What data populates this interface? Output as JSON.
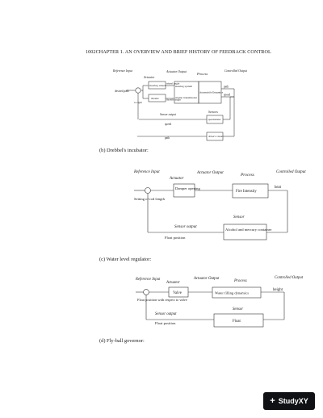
{
  "page": {
    "header": "1002CHAPTER 1.   AN OVERVIEW AND BRIEF HISTORY OF FEEDBACK CONTROL",
    "captions": {
      "b": "(b)  Drebbel's incubator:",
      "c": "(c)  Water level regulator:",
      "d": "(d)  Fly-ball governor:"
    }
  },
  "diagram_a": {
    "reference_input": "Reference Input",
    "actuator": "Actuator",
    "actuator_output": "Actuator Output",
    "process": "Process",
    "controlled_output": "Controlled Output",
    "desired_path": "desired path",
    "steering_wheel": "steering wheel",
    "wheel_angle": "wheel angle",
    "steering_system": "steering system",
    "automobile_dynamics": "Automobile Dynamics",
    "throttle": "throttle",
    "throttle_angle": "throttle angle",
    "engine_transmission": "engine transmission",
    "path": "path",
    "speed": "speed",
    "to_right": "to right",
    "sensor_output": "Sensor output",
    "sensors": "Sensors",
    "speedometer": "speedometer",
    "drivers_vision": "driver's vision"
  },
  "diagram_b": {
    "reference_input": "Reference Input",
    "actuator": "Actuator",
    "actuator_output": "Actuator Output",
    "process": "Process",
    "controlled_output": "Controlled Output",
    "damper_opening": "Damper opening",
    "fire_intensity": "Fire Intensity",
    "heat": "heat",
    "setting_of_rod_length": "Setting of rod length",
    "sensor": "Sensor",
    "sensor_output": "Sensor output",
    "alcohol_mercury": "Alcohol and mercury container",
    "float_position": "Float position"
  },
  "diagram_c": {
    "reference_input": "Reference Input",
    "actuator": "Actuator",
    "actuator_output": "Actuator Output",
    "process": "Process",
    "controlled_output": "Controlled Output",
    "valve": "Valve",
    "water_filling_dynamics": "Water filling dynamics",
    "height": "height",
    "float_position_wrt_valve": "Float position with respect to valve",
    "sensor": "Sensor",
    "sensor_output": "Sensor output",
    "float": "Float",
    "float_position": "Float position"
  },
  "brand": {
    "logo_text": "StudyXY",
    "icon": "plus-icon"
  }
}
